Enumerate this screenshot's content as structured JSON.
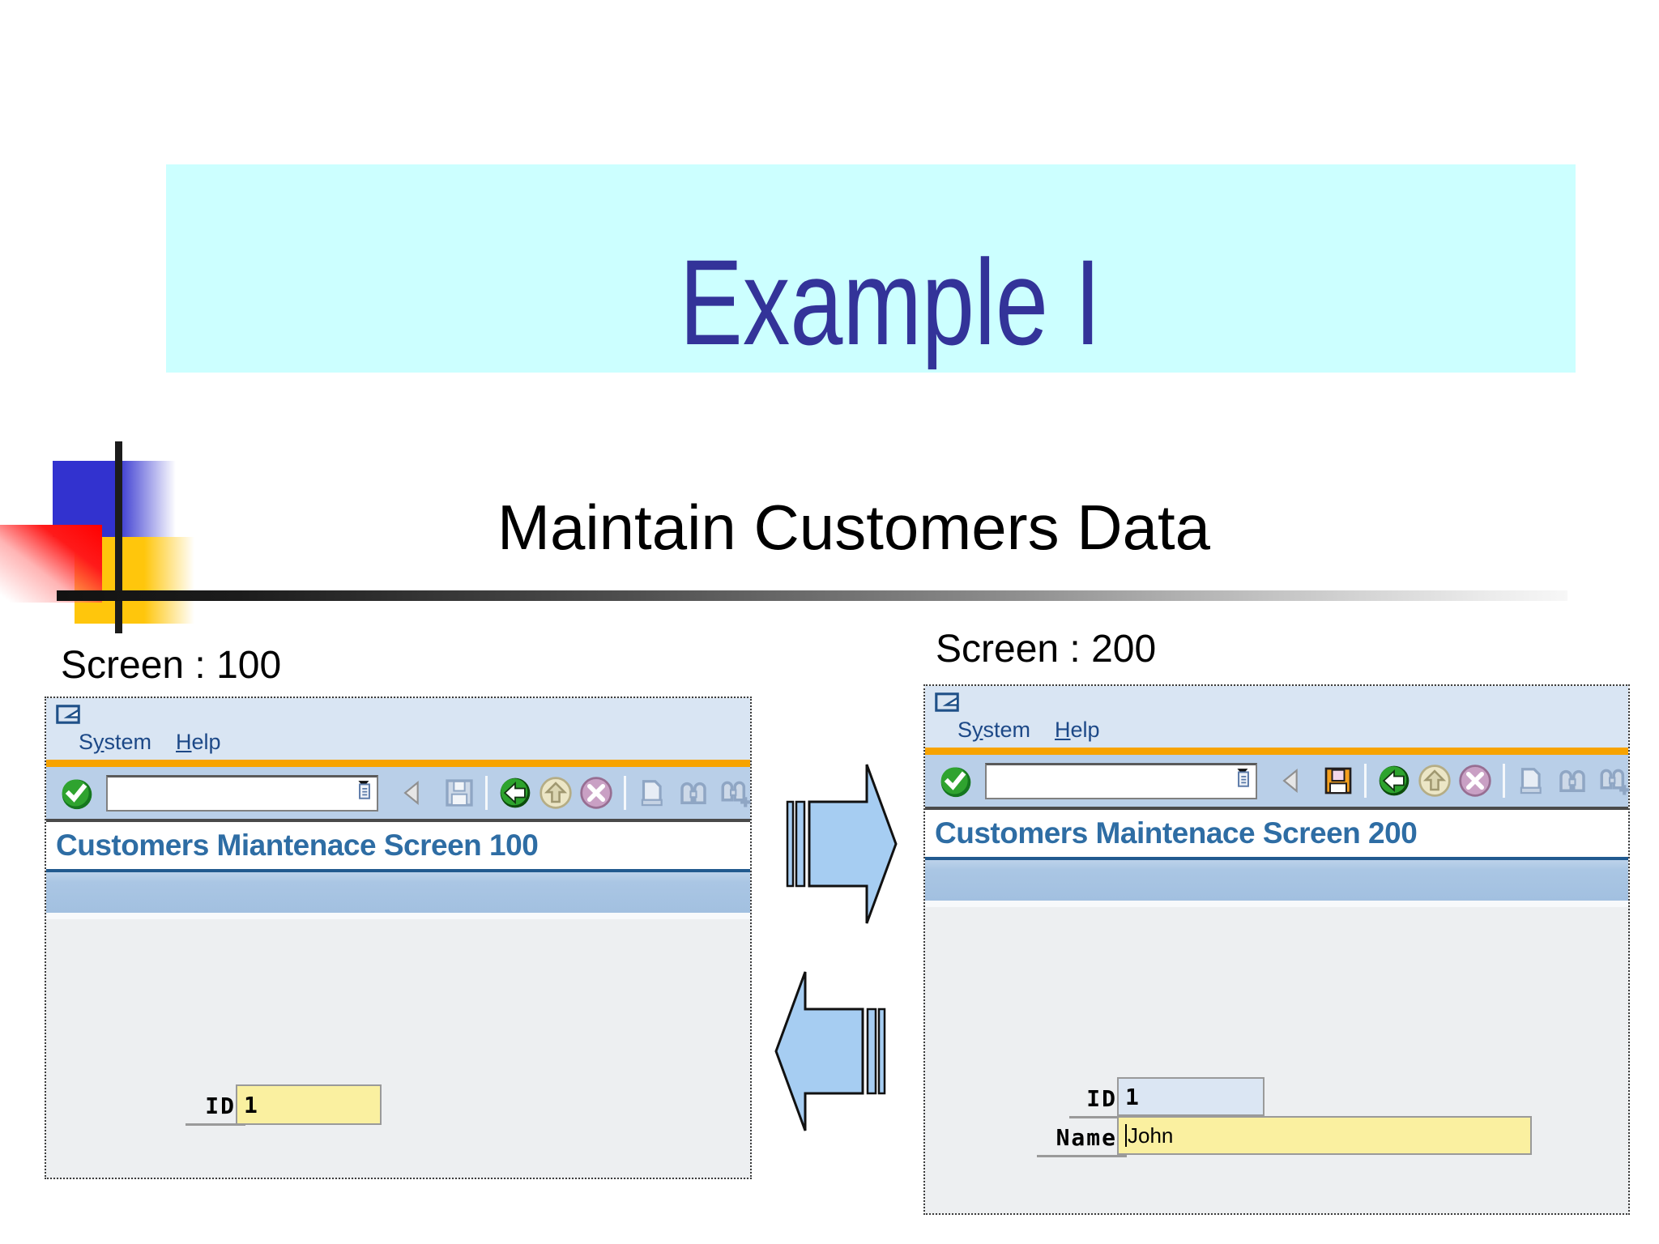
{
  "slide": {
    "title": "Example I",
    "subtitle": "Maintain Customers Data",
    "screen100_label": "Screen : 100",
    "screen200_label": "Screen : 200"
  },
  "colors": {
    "title_box_bg": "#ccffff",
    "title_text": "#333399",
    "subtitle_text": "#000000",
    "arrow_fill": "#a6cdf2",
    "sap_orange": "#f7a300",
    "sap_menu_bg": "#d9e5f3",
    "sap_toolbar_bg": "#b9cfe8",
    "sap_band_bg": "#a2c0e0",
    "sap_content_bg": "#edeff1",
    "sap_title_text": "#2e6da4",
    "yellow_field_bg": "#faf0a0",
    "blue_field_bg": "#dbe6f3",
    "deco_blue": "#3232cf",
    "deco_red": "#ff0000",
    "deco_yellow": "#ffc60c"
  },
  "icons": {
    "toolbar": [
      "enter-check",
      "back-triangle",
      "save-floppy",
      "exit-back",
      "page-up",
      "cancel-x",
      "print",
      "find",
      "find-next"
    ],
    "other": [
      "window-glyph",
      "command-dropdown",
      "forward-arrow",
      "back-arrow"
    ]
  },
  "w100": {
    "menu": {
      "system_pre": "S",
      "system_hot": "y",
      "system_post": "stem",
      "help_hot": "H",
      "help_post": "elp"
    },
    "command_value": "",
    "screen_title": "Customers Miantenace Screen 100",
    "id_label": "ID",
    "id_value": "1"
  },
  "w200": {
    "menu": {
      "system_pre": "S",
      "system_hot": "y",
      "system_post": "stem",
      "help_hot": "H",
      "help_post": "elp"
    },
    "command_value": "",
    "screen_title": "Customers Maintenace Screen 200",
    "id_label": "ID",
    "id_value": "1",
    "name_label": "Name",
    "name_value": "John"
  }
}
